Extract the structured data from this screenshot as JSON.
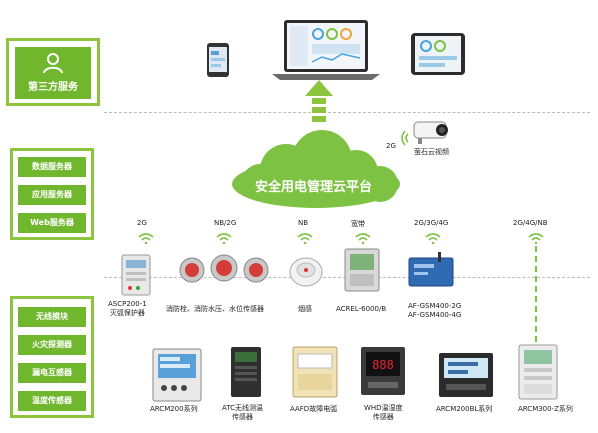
{
  "left_panels": {
    "third_party": "第三方服务",
    "services": [
      "数据服务器",
      "应用服务器",
      "Web服务器"
    ],
    "sensors": [
      "无线模块",
      "火灾探测器",
      "漏电互感器",
      "温度传感器"
    ]
  },
  "cloud": {
    "title": "安全用电管理云平台"
  },
  "camera": {
    "net": "2G",
    "label": "萤石云视频"
  },
  "top_devices": [
    {
      "net": "2G",
      "label": "ASCP200-1\n灭弧保护器"
    },
    {
      "net": "NB/2G",
      "label": "消防栓、消防水压、水位传感器"
    },
    {
      "net": "NB",
      "label": "烟感"
    },
    {
      "net": "宽带",
      "label": "ACREL-6000/B"
    },
    {
      "net": "2G/3G/4G",
      "label": "AF-GSM400-2G\nAF-GSM400-4G"
    },
    {
      "net": "2G/4G/NB",
      "label": ""
    }
  ],
  "bottom_devices": [
    {
      "label": "ARCM200系列"
    },
    {
      "label": "ATC无线测温\n传感器"
    },
    {
      "label": "AAFD故障电弧"
    },
    {
      "label": "WHD温湿度\n传感器"
    },
    {
      "label": "ARCM200BL系列"
    },
    {
      "label": "ARCM300-Z系列"
    }
  ],
  "colors": {
    "accent": "#70b72e",
    "border": "#8cc43d",
    "cloud": "#7dc243"
  },
  "icons": [
    "person-icon",
    "arrow-up-icon",
    "wifi-icon",
    "camera-icon"
  ]
}
